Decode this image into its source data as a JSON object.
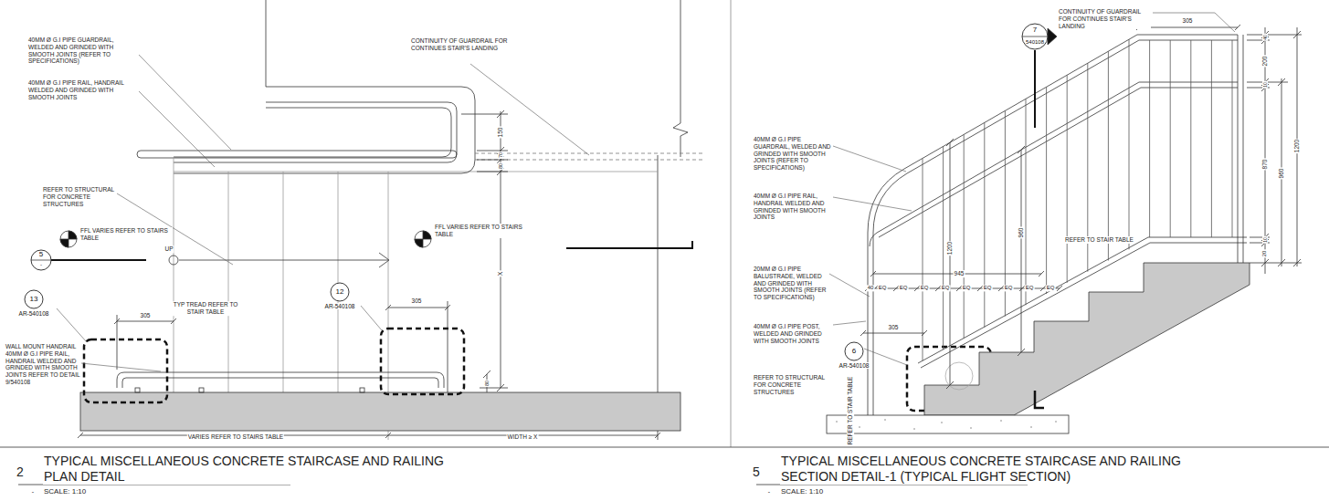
{
  "diagram": {
    "nodes": [
      {
        "text": [
          "5",
          "-"
        ]
      },
      {
        "text": [
          "13",
          "AR-540108"
        ]
      },
      {
        "text": [
          "12",
          "AR-540108"
        ]
      },
      {
        "text": [
          "7",
          "540108"
        ]
      },
      {
        "text": [
          "6",
          "AR-540108"
        ]
      }
    ],
    "labels": [
      "40MM Ø G.I PIPE GUARDRAIL, WELDED AND GRINDED WITH SMOOTH JOINTS (REFER TO SPECIFICATIONS)",
      "40MM Ø G.I PIPE RAIL, HANDRAIL WELDED AND GRINDED WITH SMOOTH JOINTS",
      "REFER TO STRUCTURAL FOR CONCRETE STRUCTURES",
      "FFL VARIES REFER TO STAIRS TABLE",
      "FFL VARIES REFER TO STAIRS TABLE",
      "UP",
      "TYP TREAD REFER TO STAIR TABLE",
      "305",
      "305",
      "WALL MOUNT HANDRAIL 40MM Ø G.I PIPE RAIL, HANDRAIL WELDED AND GRINDED WITH SMOOTH JOINTS REFER TO DETAIL 9/540108",
      "CONTINUITY OF GUARDRAIL FOR CONTINUES STAIR'S LANDING",
      "150",
      "70",
      "80",
      "X",
      "80",
      "VARIES REFER TO STAIRS TABLE",
      "WIDTH ≥ X",
      "2",
      "TYPICAL MISCELLANEOUS CONCRETE STAIRCASE AND RAILING PLAN DETAIL",
      "-",
      "SCALE: 1:10",
      "CONTINUITY OF GUARDRAIL FOR CONTINUES STAIR'S LANDING",
      "305",
      "40MM Ø G.I PIPE GUARDRAIL, WELDED AND GRINDED WITH SMOOTH JOINTS (REFER TO SPECIFICATIONS)",
      "40MM Ø G.I PIPE RAIL, HANDRAIL WELDED AND GRINDED WITH SMOOTH JOINTS",
      "20MM Ø G.I PIPE BALUSTRADE, WELDED AND GRINDED WITH SMOOTH JOINTS (REFER TO SPECIFICATIONS)",
      "40MM Ø G.I PIPE POST, WELDED AND GRINDED WITH SMOOTH JOINTS",
      "REFER TO STRUCTURAL FOR CONCRETE STRUCTURES",
      "REFER TO STAIR TABLE",
      "REFER TO STAIR TABLE",
      "1200",
      "960",
      "945",
      "40",
      "EQ",
      "EQ",
      "EQ",
      "EQ",
      "EQ",
      "EQ",
      "EQ",
      "EQ",
      "EQ",
      "305",
      "40",
      "200",
      "10",
      "870",
      "960",
      "1200",
      "10",
      "20",
      "5",
      "TYPICAL MISCELLANEOUS CONCRETE STAIRCASE AND RAILING SECTION DETAIL-1 (TYPICAL FLIGHT SECTION)",
      "-",
      "SCALE: 1:10"
    ]
  }
}
